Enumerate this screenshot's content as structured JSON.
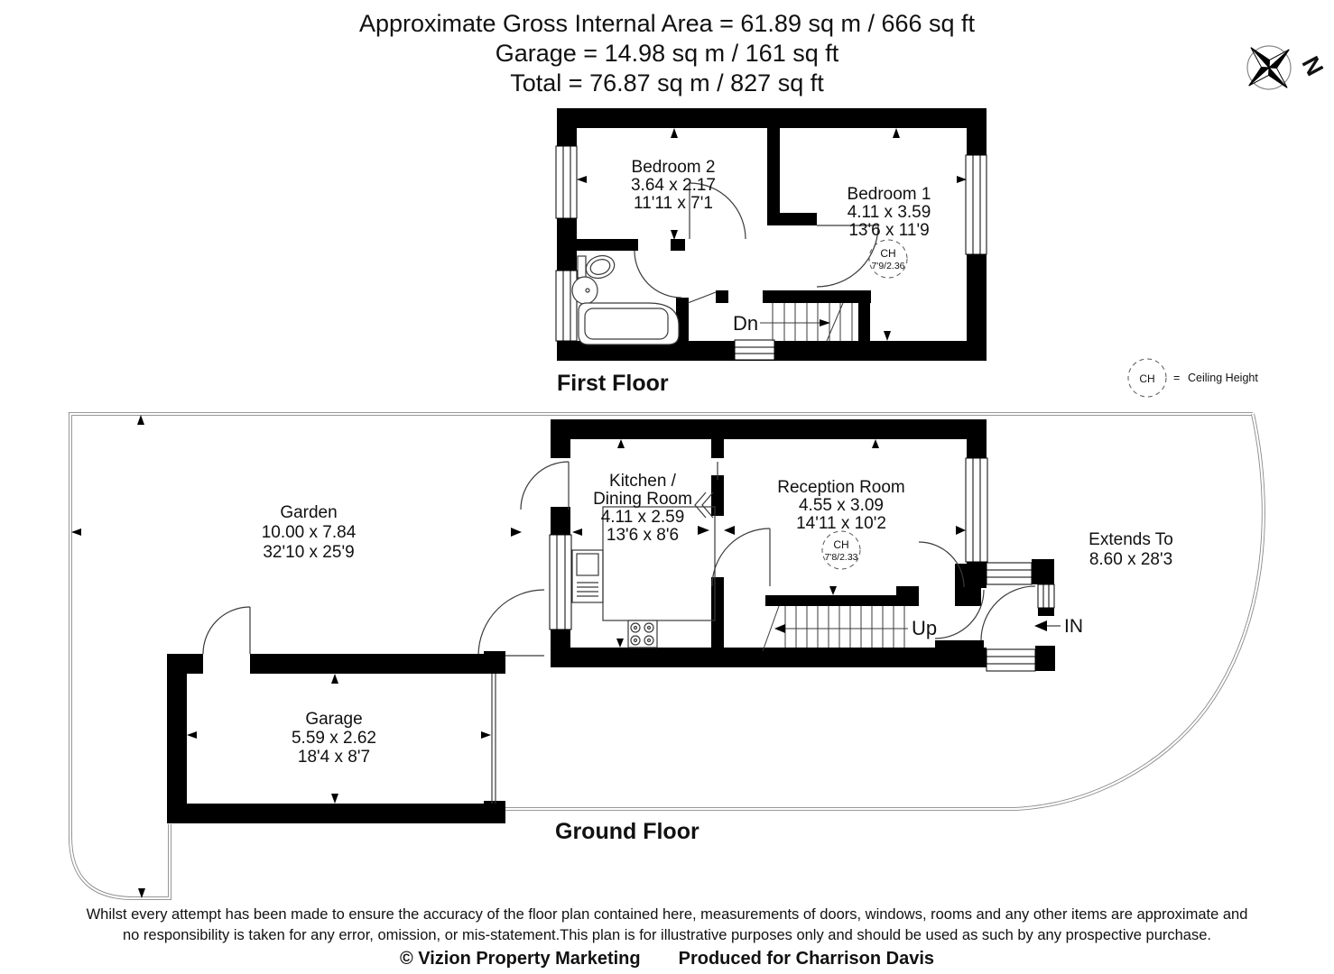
{
  "header": {
    "line1": "Approximate Gross Internal Area = 61.89 sq m / 666 sq ft",
    "line2": "Garage = 14.98 sq m / 161 sq ft",
    "line3": "Total = 76.87 sq m / 827 sq ft"
  },
  "compass": {
    "north_label": "N"
  },
  "legend": {
    "symbol": "CH",
    "separator": "=",
    "label": "Ceiling Height"
  },
  "first_floor": {
    "label": "First Floor",
    "bedroom2": {
      "name": "Bedroom 2",
      "metric": "3.64 x 2.17",
      "imperial": "11'11 x 7'1"
    },
    "bedroom1": {
      "name": "Bedroom 1",
      "metric": "4.11 x 3.59",
      "imperial": "13'6 x 11'9",
      "ch_symbol": "CH",
      "ch_value": "7'9/2.36"
    },
    "stairs_label": "Dn"
  },
  "ground_floor": {
    "label": "Ground Floor",
    "garden": {
      "name": "Garden",
      "metric": "10.00 x 7.84",
      "imperial": "32'10 x 25'9"
    },
    "kitchen": {
      "name_line1": "Kitchen /",
      "name_line2": "Dining Room",
      "metric": "4.11 x 2.59",
      "imperial": "13'6 x 8'6"
    },
    "reception": {
      "name": "Reception Room",
      "metric": "4.55 x 3.09",
      "imperial": "14'11 x 10'2",
      "ch_symbol": "CH",
      "ch_value": "7'8/2.33"
    },
    "extends": {
      "line1": "Extends To",
      "line2": "8.60 x 28'3"
    },
    "garage": {
      "name": "Garage",
      "metric": "5.59 x 2.62",
      "imperial": "18'4 x 8'7"
    },
    "stairs_label": "Up",
    "entrance_label": "IN"
  },
  "footer": {
    "disclaimer_line1": "Whilst every attempt has been made to ensure the accuracy of the floor plan contained here, measurements of doors, windows, rooms and any other items are approximate and",
    "disclaimer_line2": "no responsibility is taken for any error, omission, or mis-statement.This plan is for illustrative purposes only and should be used as such by any prospective purchase.",
    "copyright_left": "© Vizion Property Marketing",
    "copyright_right": "Produced for Charrison Davis"
  },
  "colors": {
    "wall": "#000000",
    "thin_line": "#3a3a3a",
    "boundary": "#8a8a8a",
    "text": "#111111"
  }
}
